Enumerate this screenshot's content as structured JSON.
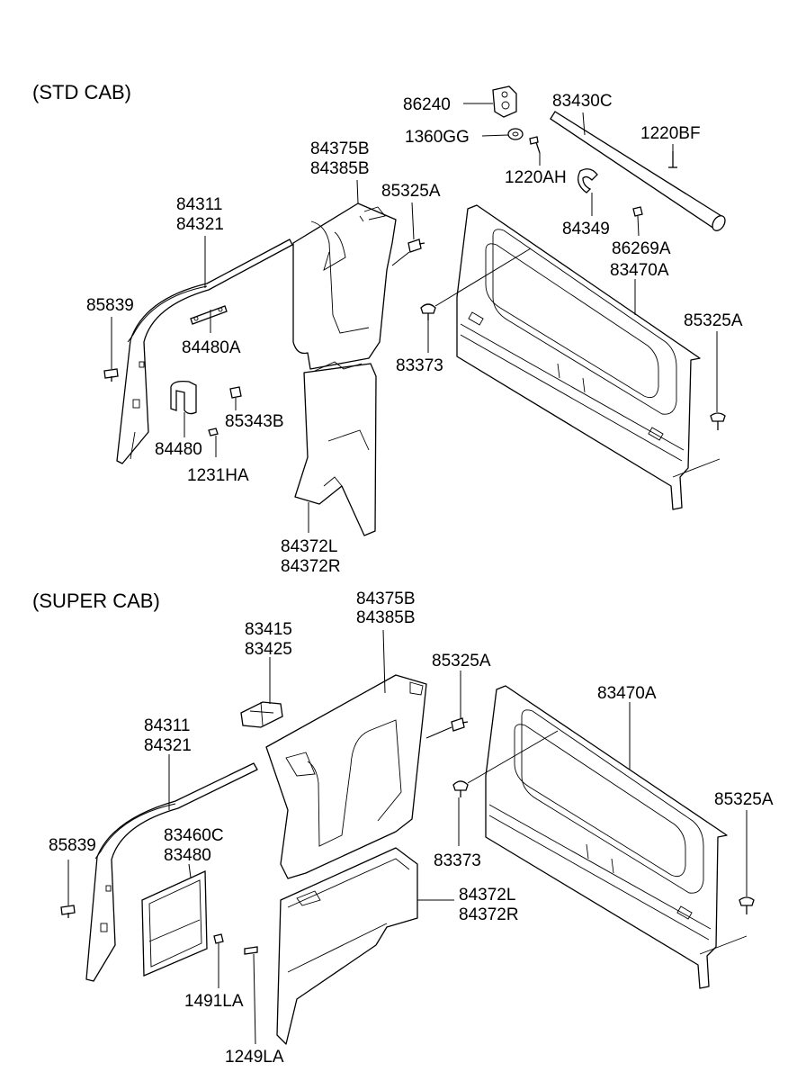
{
  "sections": {
    "std": "(STD CAB)",
    "super": "(SUPER CAB)"
  },
  "std_labels": {
    "p86240": "86240",
    "p83430c": "83430C",
    "p1360gg": "1360GG",
    "p1220bf": "1220BF",
    "p1220ah": "1220AH",
    "p84375b": "84375B",
    "p84385b": "84385B",
    "p85325a_top": "85325A",
    "p84311": "84311",
    "p84321": "84321",
    "p84349": "84349",
    "p86269a": "86269A",
    "p83470a": "83470A",
    "p85839": "85839",
    "p84480a": "84480A",
    "p85325a_right": "85325A",
    "p83373": "83373",
    "p85343b": "85343B",
    "p84480": "84480",
    "p1231ha": "1231HA",
    "p84372l": "84372L",
    "p84372r": "84372R"
  },
  "super_labels": {
    "p84375b": "84375B",
    "p84385b": "84385B",
    "p83415": "83415",
    "p83425": "83425",
    "p85325a_top": "85325A",
    "p83470a": "83470A",
    "p84311": "84311",
    "p84321": "84321",
    "p85325a_right": "85325A",
    "p83460c": "83460C",
    "p83480": "83480",
    "p85839": "85839",
    "p83373": "83373",
    "p84372l": "84372L",
    "p84372r": "84372R",
    "p1491la": "1491LA",
    "p1249la": "1249LA"
  }
}
